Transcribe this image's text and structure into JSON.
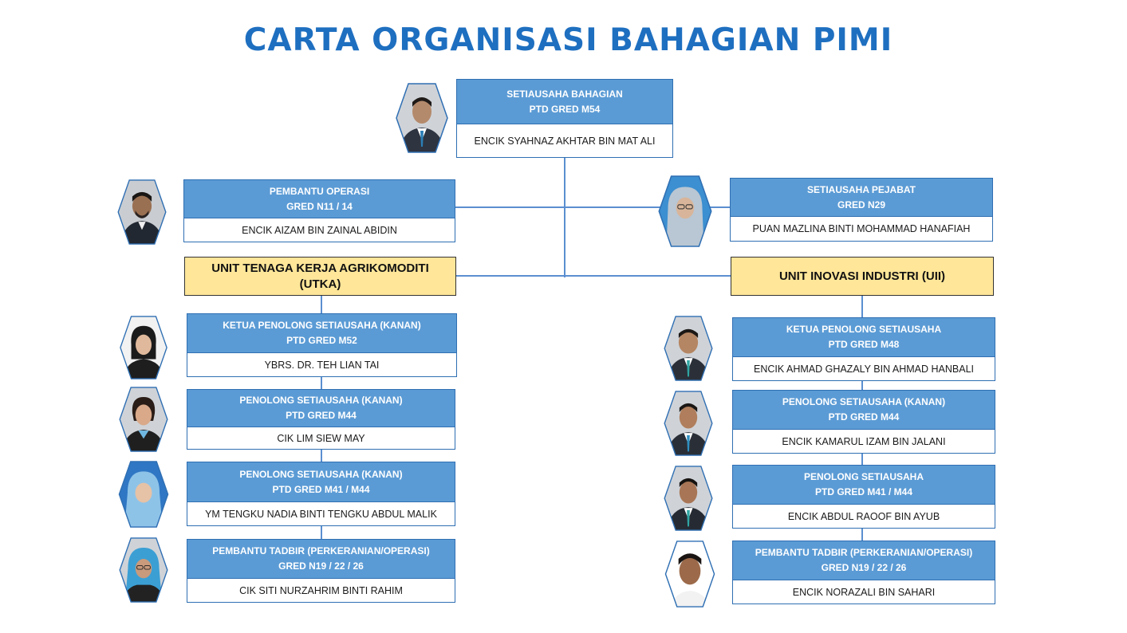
{
  "title": "CARTA ORGANISASI BAHAGIAN PIMI",
  "top": {
    "position": "SETIAUSAHA BAHAGIAN",
    "grade": "PTD GRED M54",
    "name": "ENCIK SYAHNAZ AKHTAR BIN MAT ALI"
  },
  "staff_left": {
    "position": "PEMBANTU OPERASI",
    "grade": "GRED N11 / 14",
    "name": "ENCIK AIZAM BIN ZAINAL ABIDIN"
  },
  "staff_right": {
    "position": "SETIAUSAHA PEJABAT",
    "grade": "GRED N29",
    "name": "PUAN MAZLINA BINTI MOHAMMAD HANAFIAH"
  },
  "unit_left": {
    "line1": "UNIT TENAGA KERJA AGRIKOMODITI",
    "line2": "(UTKA)"
  },
  "unit_right": {
    "line1": "UNIT INOVASI INDUSTRI (UII)"
  },
  "left_members": [
    {
      "position": "KETUA PENOLONG SETIAUSAHA (KANAN)",
      "grade": "PTD GRED M52",
      "name": "YBRS. DR. TEH LIAN TAI"
    },
    {
      "position": "PENOLONG SETIAUSAHA (KANAN)",
      "grade": "PTD GRED M44",
      "name": "CIK LIM SIEW MAY"
    },
    {
      "position": "PENOLONG SETIAUSAHA (KANAN)",
      "grade": "PTD GRED M41 / M44",
      "name": "YM TENGKU NADIA BINTI TENGKU ABDUL MALIK"
    },
    {
      "position": "PEMBANTU TADBIR (PERKERANIAN/OPERASI)",
      "grade": "GRED N19 / 22 / 26",
      "name": "CIK SITI NURZAHRIM BINTI RAHIM"
    }
  ],
  "right_members": [
    {
      "position": "KETUA PENOLONG SETIAUSAHA",
      "grade": "PTD GRED M48",
      "name": "ENCIK AHMAD GHAZALY BIN AHMAD HANBALI"
    },
    {
      "position": "PENOLONG SETIAUSAHA (KANAN)",
      "grade": "PTD GRED M44",
      "name": "ENCIK KAMARUL IZAM BIN JALANI"
    },
    {
      "position": "PENOLONG SETIAUSAHA",
      "grade": "PTD GRED M41 / M44",
      "name": "ENCIK ABDUL RAOOF BIN AYUB"
    },
    {
      "position": "PEMBANTU TADBIR (PERKERANIAN/OPERASI)",
      "grade": "GRED N19 / 22 / 26",
      "name": "ENCIK NORAZALI BIN SAHARI"
    }
  ],
  "colors": {
    "title": "#1e6fc0",
    "header_fill": "#5b9bd5",
    "border": "#2f6fb3",
    "unit_fill": "#ffe699",
    "connector": "#5b8fd0"
  }
}
